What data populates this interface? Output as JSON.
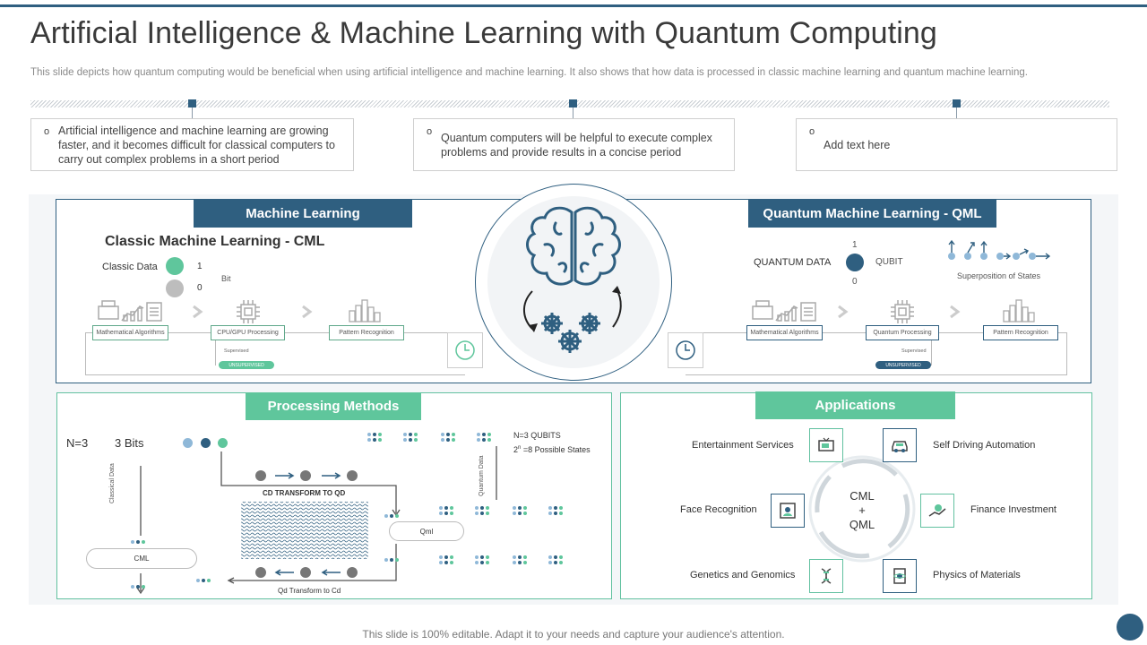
{
  "title": "Artificial Intelligence & Machine Learning with Quantum Computing",
  "subtitle": "This slide depicts how quantum computing would be beneficial when using artificial intelligence and machine learning. It also shows that how data is processed in classic machine learning and quantum machine learning.",
  "points": [
    {
      "bullet": "o",
      "text": "Artificial intelligence and machine learning are growing faster, and it becomes difficult for classical computers to carry out complex problems in a short period"
    },
    {
      "bullet": "o",
      "text": "Quantum computers will be helpful to execute complex problems and provide  results in a concise period"
    },
    {
      "bullet": "o",
      "text": "Add text here"
    }
  ],
  "ml": {
    "header": "Machine Learning",
    "cml_title": "Classic Machine Learning - CML",
    "classic_data": "Classic Data",
    "one": "1",
    "zero": "0",
    "bit": "Bit",
    "stages": [
      "Mathematical Algorithms",
      "CPU/GPU Processing",
      "Pattern Recognition"
    ],
    "supervised": "Supervised",
    "unsupervised": "UNSUPERVISED"
  },
  "qml": {
    "header": "Quantum Machine Learning - QML",
    "quantum_data": "QUANTUM  DATA",
    "qubit": "QUBIT",
    "one": "1",
    "zero": "0",
    "superposition": "Superposition of States",
    "stages": [
      "Mathematical Algorithms",
      "Quantum Processing",
      "Pattern Recognition"
    ],
    "supervised": "Supervised",
    "unsupervised": "UNSUPERVISED"
  },
  "processing": {
    "header": "Processing Methods",
    "n3": "N=3",
    "bits": "3 Bits",
    "n3_qubits": "N=3 QUBITS",
    "possible_states_base": "2",
    "possible_states_exp": "n",
    "possible_states_rest": "=8 Possible States",
    "quantum_data": "Quantum Data",
    "classical_data": "Classical Data",
    "cd_to_qd": "CD TRANSFORM TO QD",
    "qd_to_cd": "Qd Transform to Cd",
    "cml": "CML",
    "qml": "Qml"
  },
  "applications": {
    "header": "Applications",
    "center_top": "CML",
    "center_plus": "+",
    "center_bottom": "QML",
    "left": [
      "Entertainment Services",
      "Face Recognition",
      "Genetics and Genomics"
    ],
    "right": [
      "Self Driving Automation",
      "Finance Investment",
      "Physics of Materials"
    ]
  },
  "footer": "This slide is 100% editable. Adapt it to your needs and capture your audience's attention.",
  "colors": {
    "navy": "#2f5f80",
    "green": "#5fc69c",
    "gray": "#bdbdbd",
    "lightblue": "#8fb8d8"
  }
}
